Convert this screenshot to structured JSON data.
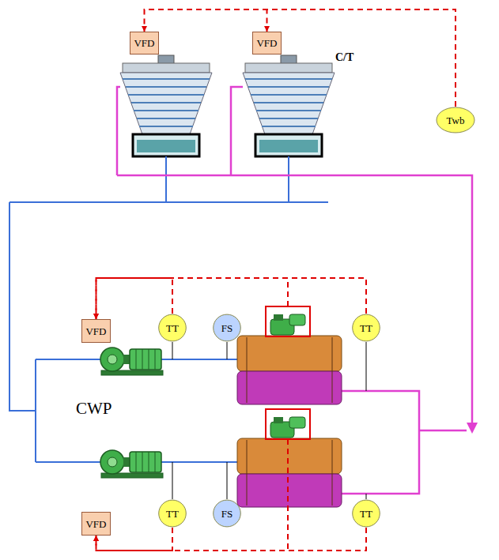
{
  "diagram": {
    "nodes": [
      {
        "text": [
          "VFD"
        ]
      },
      {
        "text": [
          "VFD"
        ]
      },
      {
        "text": [
          "Twb"
        ]
      },
      {
        "text": [
          "VFD"
        ]
      },
      {
        "text": [
          "TT"
        ]
      },
      {
        "text": [
          "FS"
        ]
      },
      {
        "text": [
          "TT"
        ]
      },
      {
        "text": [
          "TT"
        ]
      },
      {
        "text": [
          "FS"
        ]
      },
      {
        "text": [
          "TT"
        ]
      },
      {
        "text": [
          "VFD"
        ]
      }
    ],
    "edges": [
      {
        "from": 2,
        "to": 0,
        "arrow": "to"
      },
      {
        "from": 2,
        "to": 1,
        "arrow": "to"
      },
      {
        "from": 4,
        "to": 3,
        "arrow": "to"
      },
      {
        "from": 6,
        "to": 3,
        "arrow": "to"
      },
      {
        "from": 7,
        "to": 10,
        "arrow": "to"
      },
      {
        "from": 9,
        "to": 10,
        "arrow": "to"
      }
    ],
    "labels": [
      "C/T",
      "CWP"
    ]
  }
}
